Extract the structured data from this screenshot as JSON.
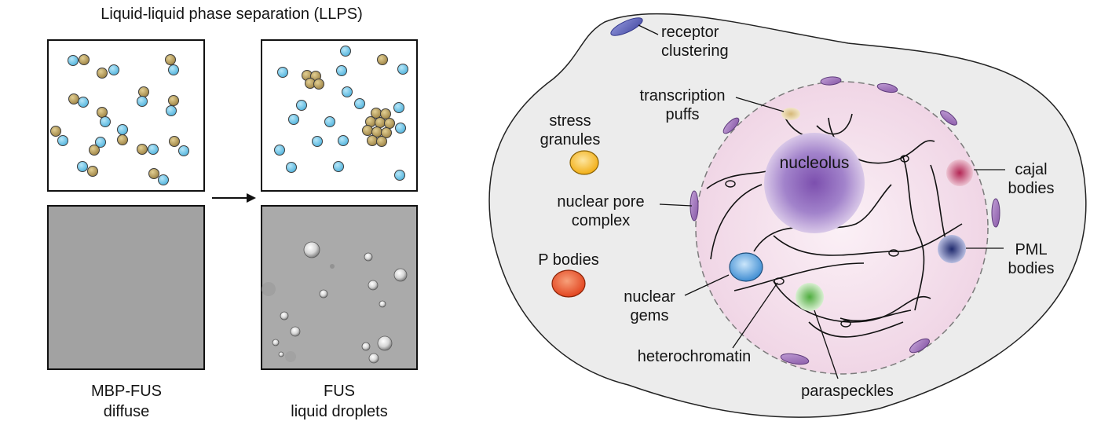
{
  "left": {
    "title": "Liquid-liquid phase separation (LLPS)",
    "label_left_line1": "MBP-FUS",
    "label_left_line2": "diffuse",
    "label_right_line1": "FUS",
    "label_right_line2": "liquid droplets"
  },
  "cell": {
    "receptor_line1": "receptor",
    "receptor_line2": "clustering",
    "transcription_line1": "transcription",
    "transcription_line2": "puffs",
    "stress_line1": "stress",
    "stress_line2": "granules",
    "nucleolus": "nucleolus",
    "npc_line1": "nuclear pore",
    "npc_line2": "complex",
    "pbodies": "P bodies",
    "gems_line1": "nuclear",
    "gems_line2": "gems",
    "heterochromatin": "heterochromatin",
    "paraspeckles": "paraspeckles",
    "cajal_line1": "cajal",
    "cajal_line2": "bodies",
    "pml_line1": "PML",
    "pml_line2": "bodies"
  },
  "colors": {
    "gold_particle": "#b39a55",
    "cyan_particle": "#6cc3e6",
    "cell_fill": "#ececec",
    "nucleus_fill": "#f4dfec",
    "nucleolus": "#8d62b5",
    "stress_granule": "#f5b922",
    "p_body": "#e9522c",
    "gem": "#4a95d6",
    "paraspeckle": "#59b84a",
    "cajal": "#c2406a",
    "pml": "#2c3c80",
    "pore": "#9a6ab5"
  }
}
